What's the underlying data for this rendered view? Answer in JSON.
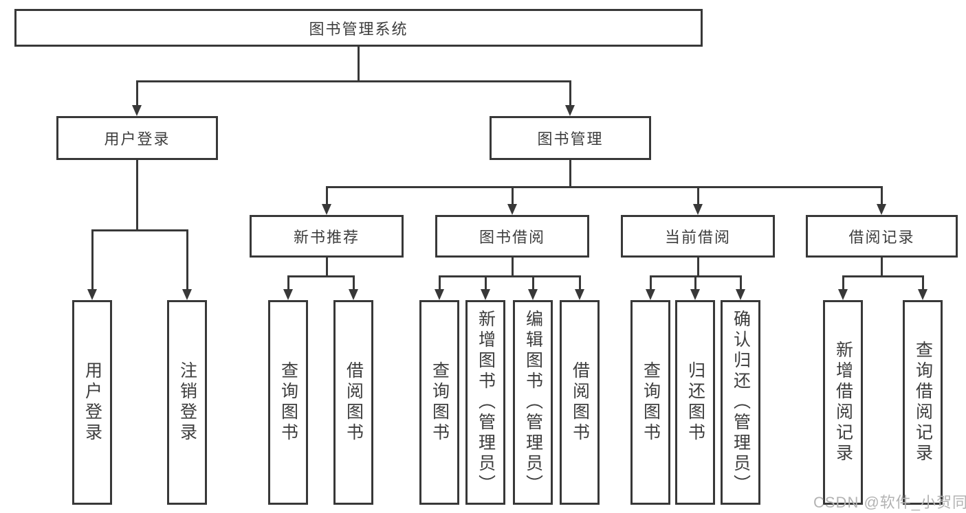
{
  "tree": {
    "root": {
      "label": "图书管理系统"
    },
    "children": [
      {
        "label": "用户登录",
        "children": [
          {
            "label": "用户登录"
          },
          {
            "label": "注销登录"
          }
        ]
      },
      {
        "label": "图书管理",
        "children": [
          {
            "label": "新书推荐",
            "children": [
              {
                "label": "查询图书"
              },
              {
                "label": "借阅图书"
              }
            ]
          },
          {
            "label": "图书借阅",
            "children": [
              {
                "label": "查询图书"
              },
              {
                "label": "新增图书（管理员）"
              },
              {
                "label": "编辑图书（管理员）"
              },
              {
                "label": "借阅图书"
              }
            ]
          },
          {
            "label": "当前借阅",
            "children": [
              {
                "label": "查询图书"
              },
              {
                "label": "归还图书"
              },
              {
                "label": "确认归还（管理员）"
              }
            ]
          },
          {
            "label": "借阅记录",
            "children": [
              {
                "label": "新增借阅记录"
              },
              {
                "label": "查询借阅记录"
              }
            ]
          }
        ]
      }
    ]
  },
  "watermark": "CSDN @软件_小贺同学",
  "colors": {
    "line": "#383838",
    "text": "#3d3d3d",
    "watermark": "#b3b3b3",
    "background": "#ffffff"
  }
}
